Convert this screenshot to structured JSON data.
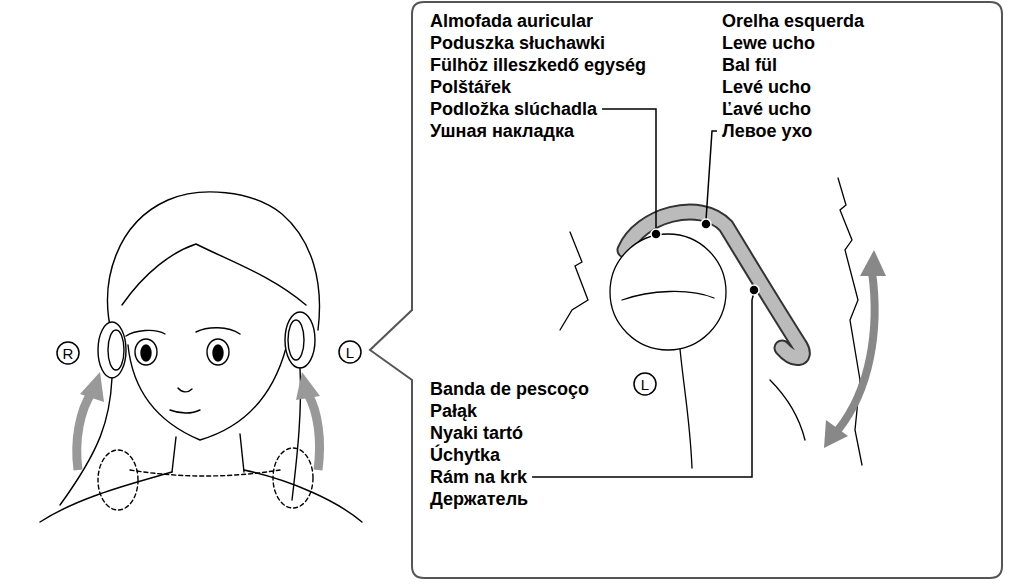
{
  "diagram": {
    "nodes": [
      {
        "text": [
          "Almofada auricular",
          "Poduszka słuchawki",
          "Fülhöz illeszkedő egység",
          "Polštářek",
          "Podložka slúchadla",
          "Ушная накладка",
          "Orelha esquerda",
          "Lewe ucho",
          "Bal fül",
          "Levé ucho",
          "Ľavé ucho",
          "Левое ухо",
          "Banda de pescoço",
          "Pałąk",
          "Nyaki tartó",
          "Úchytka",
          "Rám na krk",
          "Держатель"
        ]
      }
    ],
    "labels": [
      "R",
      "L",
      "L"
    ]
  }
}
